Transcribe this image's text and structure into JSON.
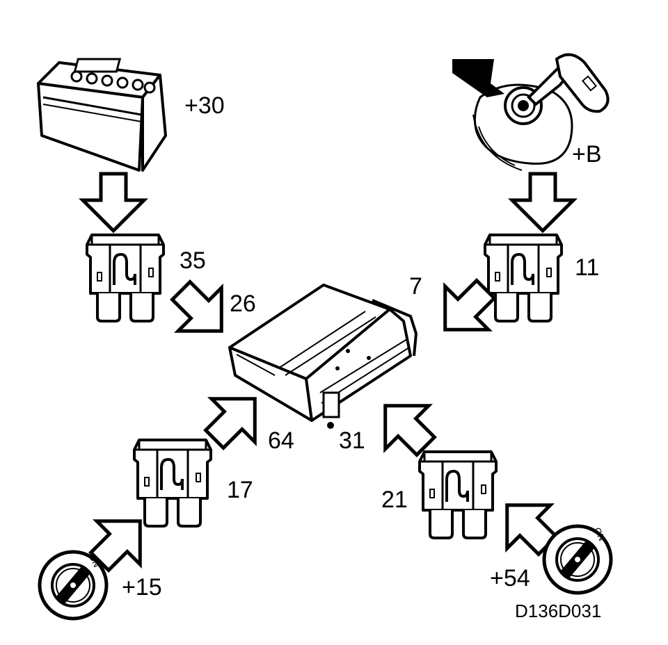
{
  "labels": {
    "battery_terminal": "+30",
    "key_terminal": "+B",
    "ignition_left_terminal": "+15",
    "ignition_right_terminal": "+54",
    "fuse_top_left": "35",
    "fuse_top_right": "11",
    "fuse_bottom_left": "17",
    "fuse_bottom_right": "21",
    "pin_26": "26",
    "pin_7": "7",
    "pin_64": "64",
    "pin_31": "31",
    "ignition_on_left": "ON",
    "ignition_on_right": "ON",
    "figure_code": "D136D031"
  },
  "icons": {
    "battery": "battery-icon",
    "key": "ignition-key-icon",
    "fuse": "blade-fuse-icon",
    "module": "control-module-icon",
    "switch": "ignition-switch-icon",
    "arrow": "hollow-arrow-icon"
  },
  "colors": {
    "line": "#000000",
    "fill": "#ffffff"
  }
}
